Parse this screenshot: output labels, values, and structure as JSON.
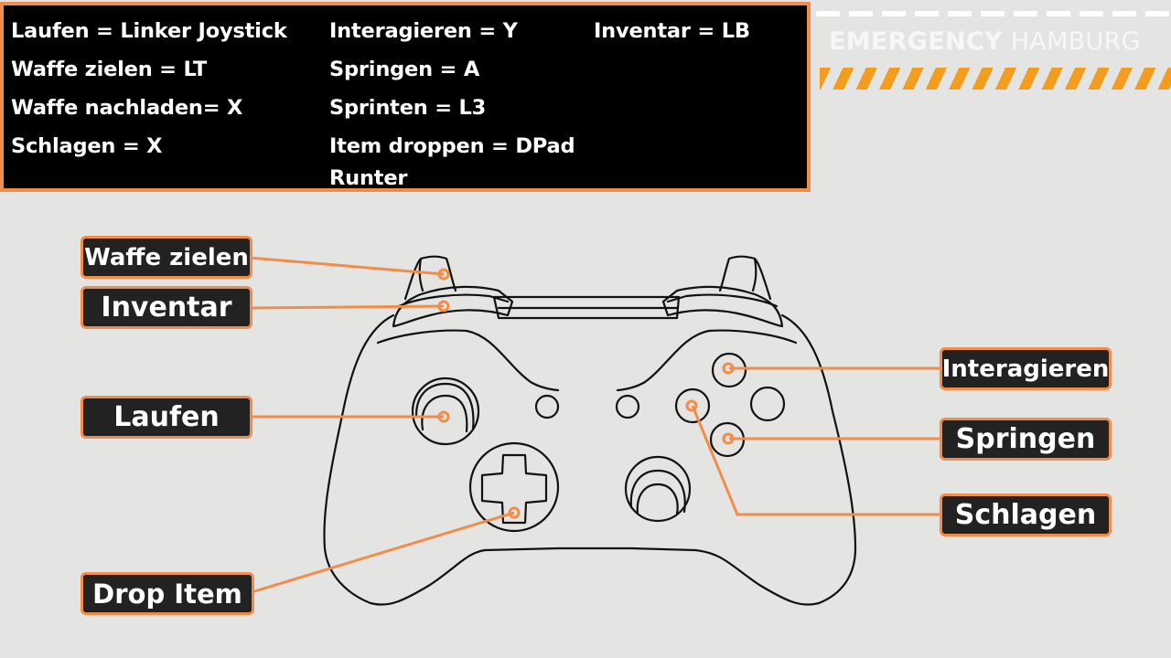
{
  "legend": {
    "col1": [
      "Laufen = Linker Joystick",
      "Waffe zielen = LT",
      "Waffe nachladen= X",
      "Schlagen = X"
    ],
    "col2": [
      "Interagieren = Y",
      "Springen = A",
      "Sprinten = L3",
      "Item droppen = DPad",
      "Runter"
    ],
    "col3": [
      "Inventar = LB"
    ]
  },
  "brand": {
    "bold": "EMERGENCY",
    "light": "HAMBURG",
    "stripe_color": "#f39c1e"
  },
  "callouts": {
    "waffe_zielen": "Waffe zielen",
    "inventar": "Inventar",
    "laufen": "Laufen",
    "drop_item": "Drop Item",
    "interagieren": "Interagieren",
    "springen": "Springen",
    "schlagen": "Schlagen"
  },
  "colors": {
    "accent": "#f28c4a",
    "label_bg": "#222222",
    "background": "#e4e4e2"
  }
}
